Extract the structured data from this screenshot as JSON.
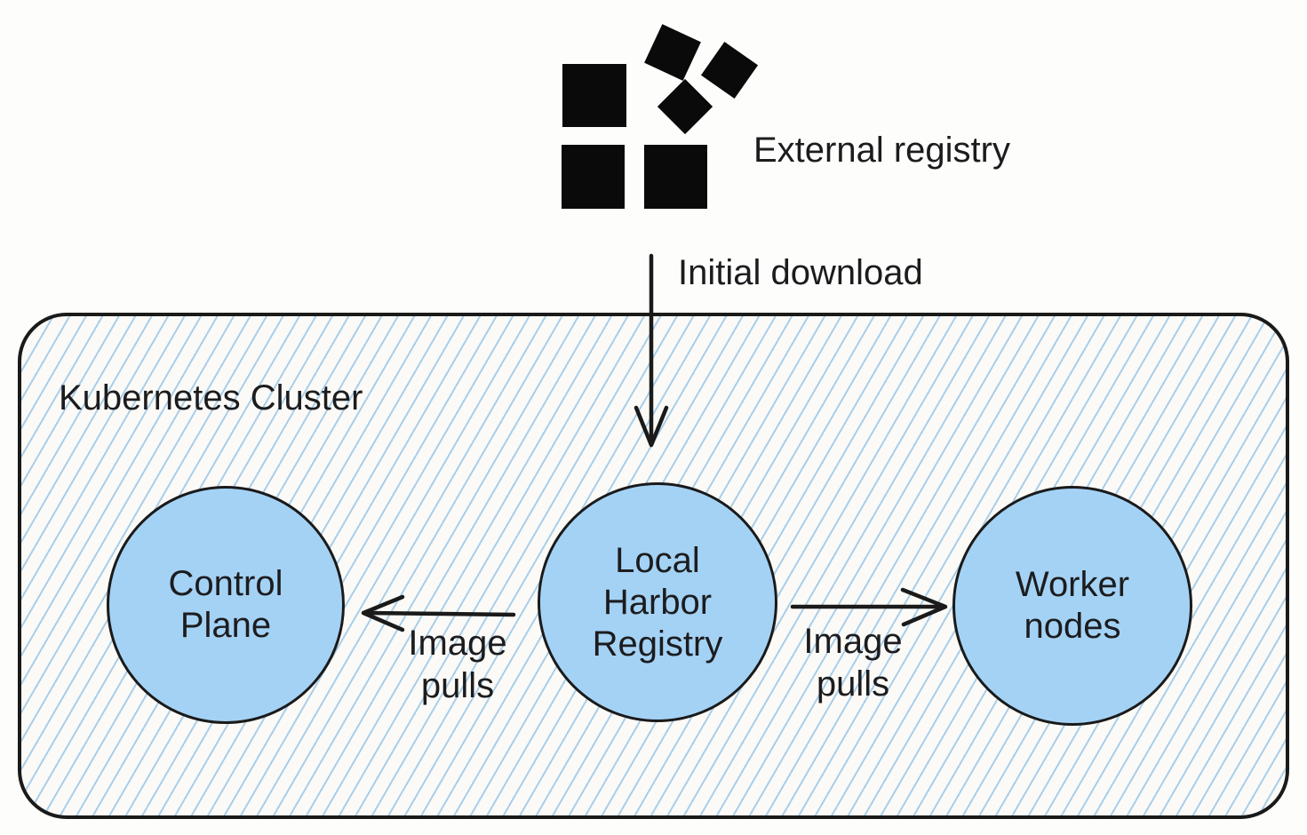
{
  "colors": {
    "canvas_bg": "#fdfdfc",
    "cluster_bg": "#fbfaf7",
    "hatch_line": "#a9cee9",
    "node_fill": "#a4d2f5",
    "stroke": "#1a1a1a",
    "text": "#1c1c1e",
    "icon_black": "#0a0a0a"
  },
  "external_registry": {
    "label": "External registry",
    "icon": "container-registry-squares-icon"
  },
  "edges": {
    "initial_download": {
      "label": "Initial download"
    },
    "pulls_left": {
      "line1": "Image",
      "line2": "pulls"
    },
    "pulls_right": {
      "line1": "Image",
      "line2": "pulls"
    }
  },
  "cluster": {
    "label": "Kubernetes Cluster",
    "nodes": [
      {
        "id": "control-plane",
        "line1": "Control",
        "line2": "Plane"
      },
      {
        "id": "local-harbor-registry",
        "line1": "Local",
        "line2": "Harbor",
        "line3": "Registry"
      },
      {
        "id": "worker-nodes",
        "line1": "Worker",
        "line2": "nodes"
      }
    ]
  }
}
